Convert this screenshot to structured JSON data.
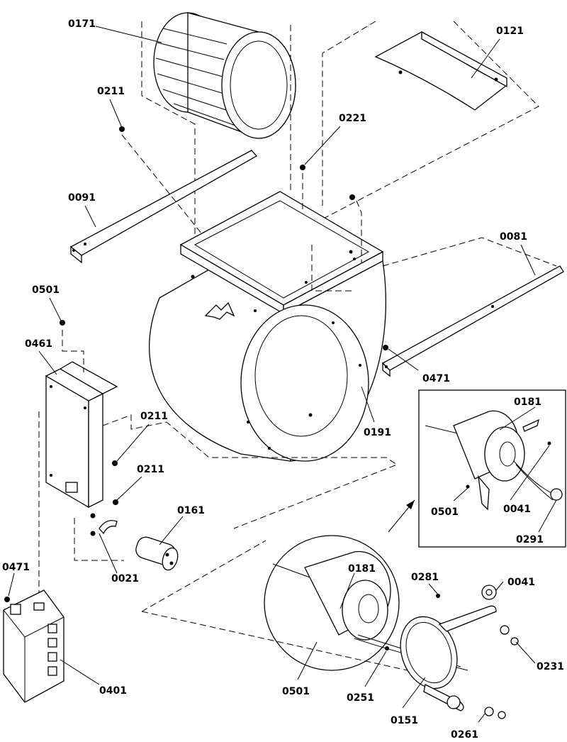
{
  "labels": {
    "wheel": "0171",
    "panel_top": "0121",
    "screw_top": "0211",
    "screw_221": "0221",
    "rail_left": "0091",
    "rail_right": "0081",
    "screw_501_top": "0501",
    "bracket": "0461",
    "screw_211_mid": "0211",
    "screw_211_low": "0211",
    "capacitor": "0161",
    "strap": "0021",
    "screw_471_right": "0471",
    "housing": "0191",
    "motor_inset": "0181",
    "screw_501_inset": "0501",
    "grommet_inset": "0041",
    "wire_inset": "0291",
    "screw_471_left": "0471",
    "control_board": "0401",
    "motor_main": "0181",
    "screw_281": "0281",
    "grommet_main": "0041",
    "bolt_231": "0231",
    "screw_501_main": "0501",
    "motor_mount": "0251",
    "band": "0151",
    "bushing": "0261"
  }
}
